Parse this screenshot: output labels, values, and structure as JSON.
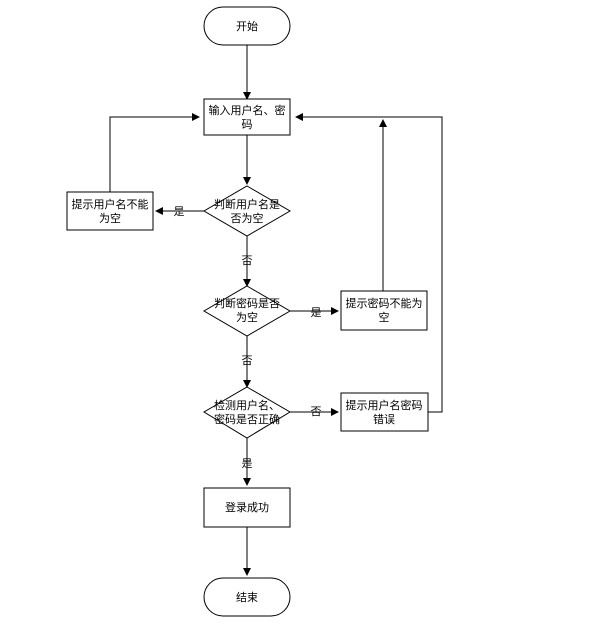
{
  "diagram": {
    "nodes": {
      "start": {
        "lines": [
          "开始"
        ]
      },
      "input": {
        "lines": [
          "输入用户名、密",
          "码"
        ]
      },
      "check_user_empty": {
        "lines": [
          "判断用户名是",
          "否为空"
        ]
      },
      "prompt_user_empty": {
        "lines": [
          "提示用户名不能",
          "为空"
        ]
      },
      "check_pwd_empty": {
        "lines": [
          "判断密码是否",
          "为空"
        ]
      },
      "prompt_pwd_empty": {
        "lines": [
          "提示密码不能为",
          "空"
        ]
      },
      "verify": {
        "lines": [
          "检测用户名、",
          "密码是否正确"
        ]
      },
      "prompt_wrong": {
        "lines": [
          "提示用户名密码",
          "错误"
        ]
      },
      "success": {
        "lines": [
          "登录成功"
        ]
      },
      "end": {
        "lines": [
          "结束"
        ]
      }
    },
    "edge_labels": {
      "user_empty_yes": "是",
      "user_empty_no": "否",
      "pwd_empty_yes": "是",
      "pwd_empty_no": "否",
      "verify_no": "否",
      "verify_yes": "是"
    }
  }
}
